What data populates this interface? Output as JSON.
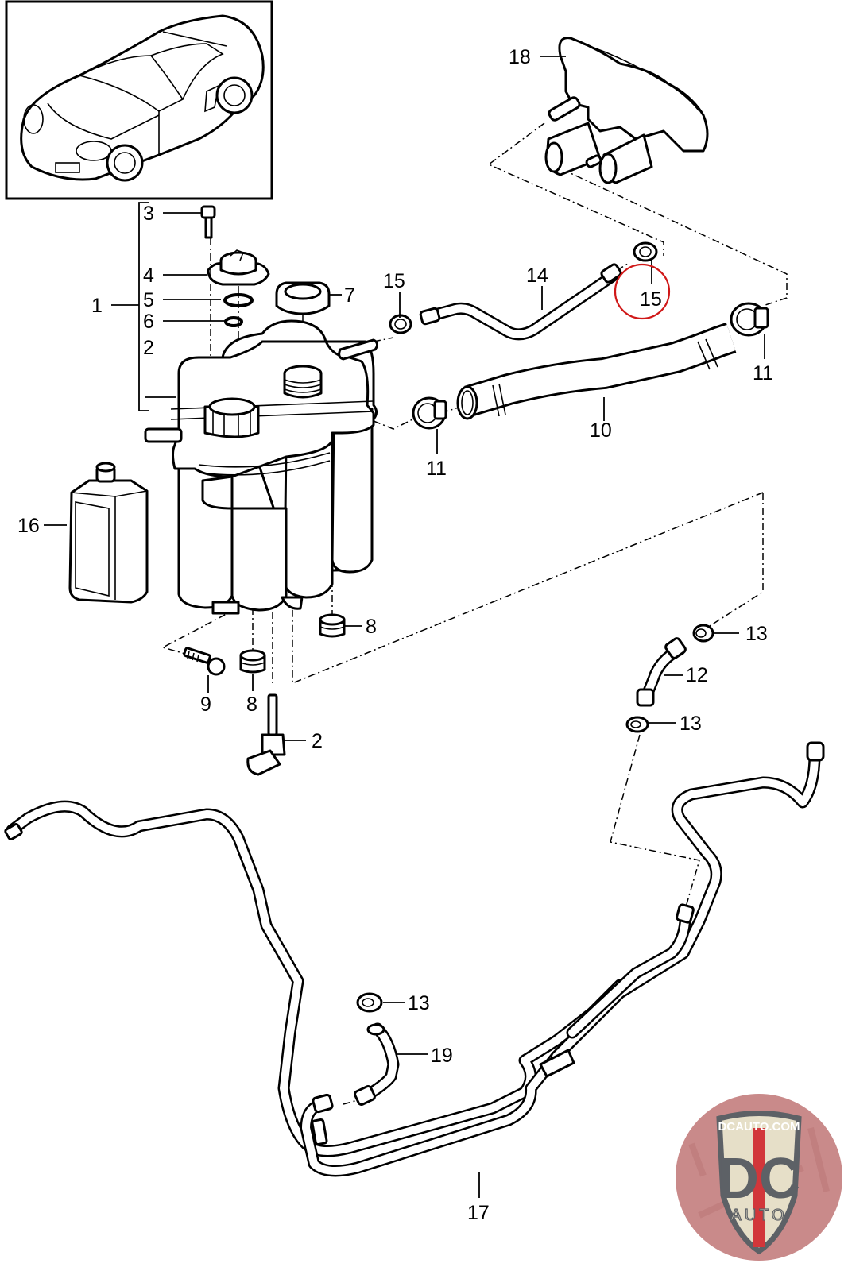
{
  "diagram": {
    "title": "Coolant expansion tank assembly - exploded parts view",
    "callouts": {
      "c1": "1",
      "c2_upper": "2",
      "c2_lower": "2",
      "c3": "3",
      "c4": "4",
      "c5": "5",
      "c6": "6",
      "c7": "7",
      "c8_right": "8",
      "c8_left": "8",
      "c9": "9",
      "c10": "10",
      "c11_left": "11",
      "c11_right": "11",
      "c12": "12",
      "c13_upper": "13",
      "c13_middle": "13",
      "c13_lower": "13",
      "c14": "14",
      "c15_left": "15",
      "c15_circled": "15",
      "c16": "16",
      "c17": "17",
      "c18": "18",
      "c19": "19"
    },
    "highlighted_part": "15",
    "highlight_color": "#d01818"
  },
  "logo": {
    "top_text": "DCAUTO.COM",
    "main_text": "DC",
    "sub_text": "AUTO",
    "colors": {
      "disc": "#c98a8a",
      "shield": "#e6dfc8",
      "shield_border": "#5d6166",
      "letters": "#5d6166",
      "stripe": "#d2363a"
    }
  }
}
